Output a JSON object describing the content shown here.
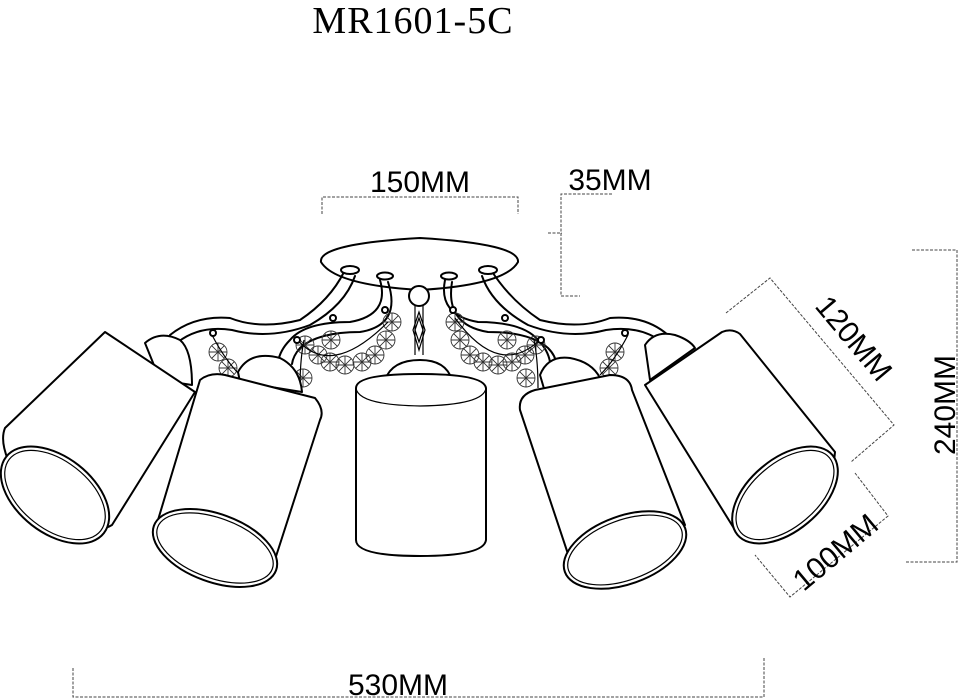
{
  "drawing": {
    "model": "MR1601-5C",
    "subject": "5-arm ceiling chandelier with cylindrical shades and crystal bead garlands",
    "dimensions": {
      "canopy_width": "150MM",
      "canopy_height": "35MM",
      "shade_length": "120MM",
      "shade_diameter": "100MM",
      "total_height": "240MM",
      "total_width": "530MM"
    },
    "colors": {
      "line": "#000000",
      "background": "#ffffff",
      "dimension_line": "#444444"
    }
  }
}
